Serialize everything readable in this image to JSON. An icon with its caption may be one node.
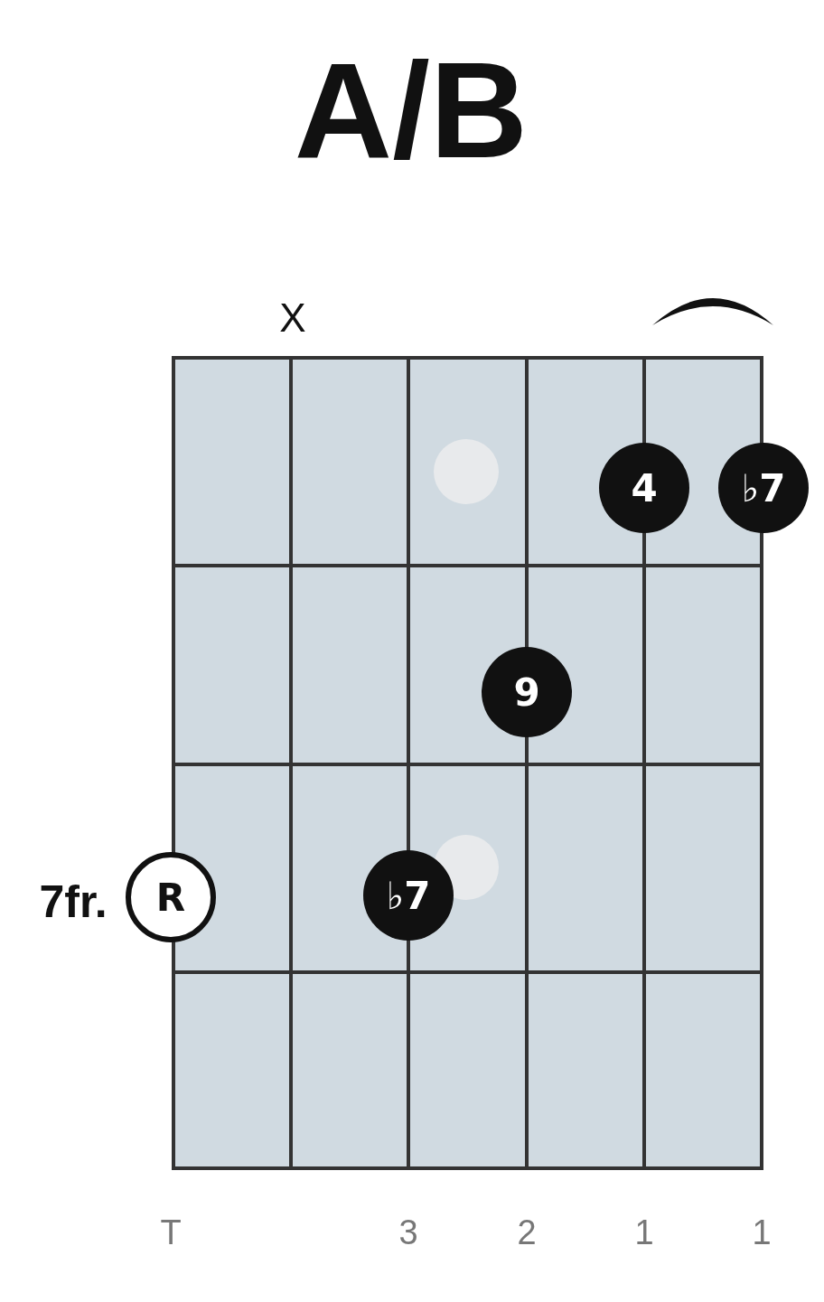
{
  "diagram": {
    "title": "A/B",
    "nodes": [
      {
        "text": [
          "4"
        ]
      },
      {
        "text": [
          "♭7"
        ]
      },
      {
        "text": [
          "9"
        ]
      },
      {
        "text": [
          "R"
        ],
        "beside": [
          "7fr."
        ]
      },
      {
        "text": [
          "♭7"
        ]
      }
    ],
    "labels": [
      "X",
      "T",
      "3",
      "2",
      "1",
      "1"
    ]
  }
}
